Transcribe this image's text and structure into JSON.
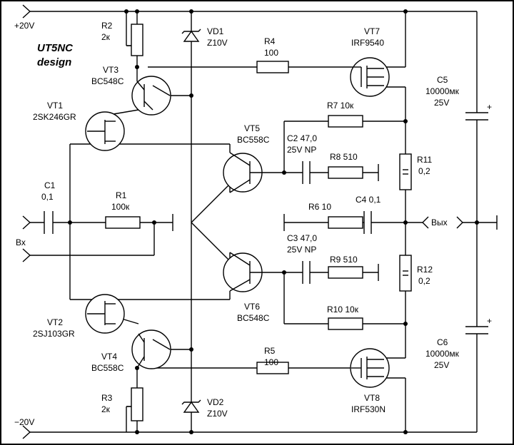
{
  "title": {
    "line1": "UT5NC",
    "line2": "design"
  },
  "rails": {
    "pos": "+20V",
    "neg": "−20V"
  },
  "io": {
    "input": "Вх",
    "output": "Вых"
  },
  "parts": {
    "R1": {
      "name": "R1",
      "value": "100к"
    },
    "R2": {
      "name": "R2",
      "value": "2к"
    },
    "R3": {
      "name": "R3",
      "value": "2к"
    },
    "R4": {
      "name": "R4",
      "value": "100"
    },
    "R5": {
      "name": "R5",
      "value": "100"
    },
    "R6": {
      "label": "R6 10"
    },
    "R7": {
      "label": "R7 10к"
    },
    "R8": {
      "label": "R8 510"
    },
    "R9": {
      "label": "R9 510"
    },
    "R10": {
      "label": "R10 10к"
    },
    "R11": {
      "name": "R11",
      "value": "0,2"
    },
    "R12": {
      "name": "R12",
      "value": "0,2"
    },
    "C1": {
      "name": "C1",
      "value": "0,1"
    },
    "C2": {
      "line1": "C2 47,0",
      "line2": "25V NP"
    },
    "C3": {
      "line1": "C3 47,0",
      "line2": "25V NP"
    },
    "C4": {
      "label": "C4 0,1"
    },
    "C5": {
      "name": "C5",
      "value": "10000мк",
      "voltage": "25V"
    },
    "C6": {
      "name": "C6",
      "value": "10000мк",
      "voltage": "25V"
    },
    "VD1": {
      "name": "VD1",
      "type": "Z10V"
    },
    "VD2": {
      "name": "VD2",
      "type": "Z10V"
    },
    "VT1": {
      "name": "VT1",
      "type": "2SK246GR"
    },
    "VT2": {
      "name": "VT2",
      "type": "2SJ103GR"
    },
    "VT3": {
      "name": "VT3",
      "type": "BC548C"
    },
    "VT4": {
      "name": "VT4",
      "type": "BC558C"
    },
    "VT5": {
      "name": "VT5",
      "type": "BC558C"
    },
    "VT6": {
      "name": "VT6",
      "type": "BC548C"
    },
    "VT7": {
      "name": "VT7",
      "type": "IRF9540"
    },
    "VT8": {
      "name": "VT8",
      "type": "IRF530N"
    }
  },
  "polarity": {
    "plus": "+"
  }
}
